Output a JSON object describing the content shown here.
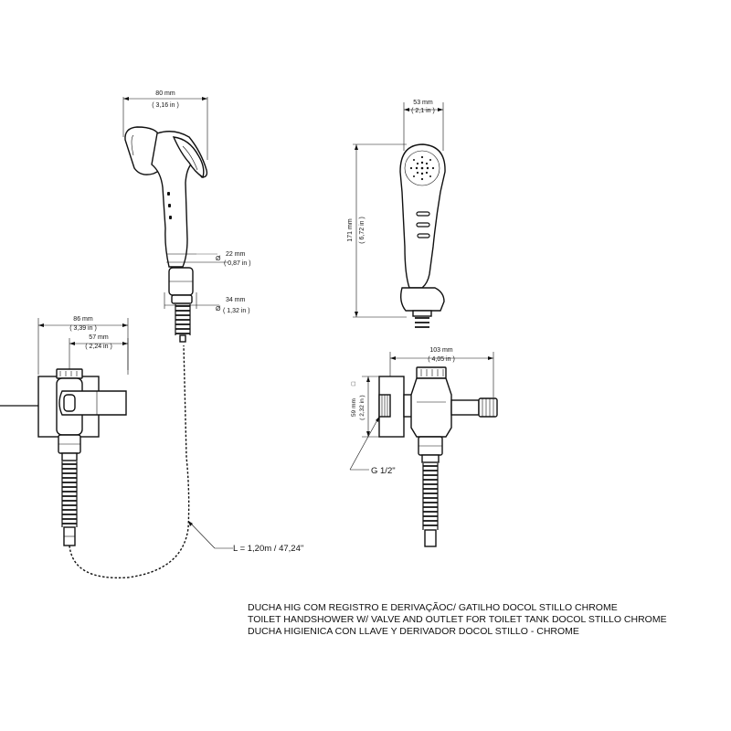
{
  "dimensions": {
    "side_width_mm": "80 mm",
    "side_width_in": "( 3,16 in )",
    "dia_22_mm": "22 mm",
    "dia_22_in": "( 0,87 in )",
    "dia_34_mm": "34 mm",
    "dia_34_in": "( 1,32 in )",
    "front_width_mm": "53 mm",
    "front_width_in": "( 2,1 in )",
    "height_mm": "171  mm",
    "height_in": "( 6,72 in )",
    "valve_86_mm": "86 mm",
    "valve_86_in": "( 3,39 in )",
    "valve_57_mm": "57 mm",
    "valve_57_in": "( 2,24 in )",
    "outlet_103_mm": "103 mm",
    "outlet_103_in": "( 4,05 in )",
    "outlet_59_mm": "59 mm",
    "outlet_59_in": "( 2,32 in )",
    "diameter_symbol": "Ø",
    "square_symbol": "□"
  },
  "labels": {
    "thread": "G 1/2\"",
    "hose_length": "L = 1,20m / 47,24\""
  },
  "caption": {
    "line1": "DUCHA HIG COM REGISTRO E DERIVAÇÃOC/ GATILHO DOCOL STILLO CHROME",
    "line2": "TOILET HANDSHOWER W/ VALVE AND OUTLET FOR TOILET TANK DOCOL STILLO CHROME",
    "line3": "DUCHA HIGIENICA CON LLAVE Y DERIVADOR DOCOL STILLO - CHROME"
  }
}
